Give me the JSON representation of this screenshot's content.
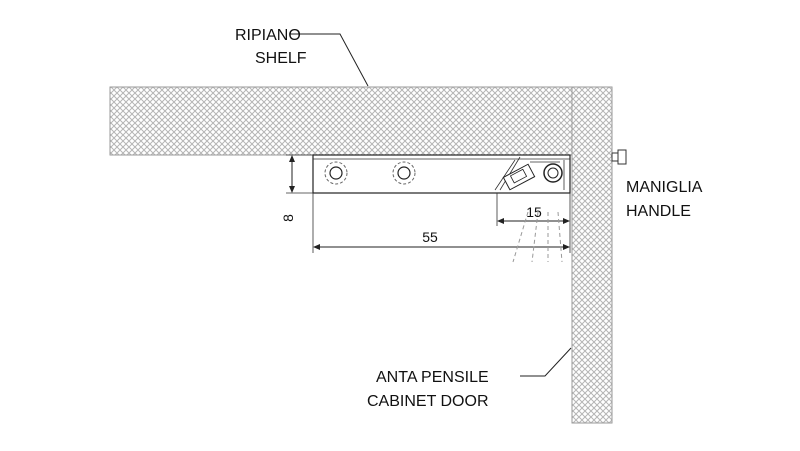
{
  "labels": {
    "shelf_it": "RIPIANO",
    "shelf_en": "SHELF",
    "handle_it": "MANIGLIA",
    "handle_en": "HANDLE",
    "door_it": "ANTA PENSILE",
    "door_en": "CABINET DOOR"
  },
  "dimensions": {
    "height": "8",
    "length": "55",
    "offset": "15"
  },
  "colors": {
    "hatch": "#b5b5b5",
    "lines": "#222222"
  }
}
